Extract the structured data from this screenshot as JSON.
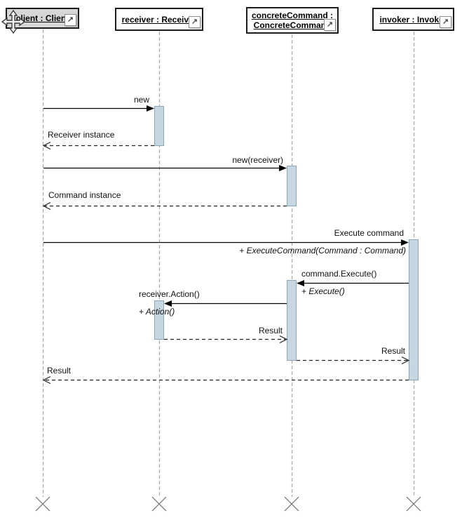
{
  "lifelines": {
    "client": {
      "label": "client : Client"
    },
    "receiver": {
      "label": "receiver : Receiver"
    },
    "concrete_command": {
      "label_line1": "concreteCommand :",
      "label_line2": "ConcreteCommand"
    },
    "invoker": {
      "label": "invoker : Invoker"
    }
  },
  "messages": {
    "new": {
      "label": "new"
    },
    "receiver_instance": {
      "label": "Receiver instance"
    },
    "new_receiver": {
      "label": "new(receiver)"
    },
    "command_instance": {
      "label": "Command instance"
    },
    "execute_command": {
      "label": "Execute command",
      "operation": "+ ExecuteCommand(Command : Command)"
    },
    "command_execute": {
      "label": "command.Execute()",
      "operation": "+ Execute()"
    },
    "receiver_action": {
      "label": "receiver.Action()",
      "operation": "+ Action()"
    },
    "result_from_receiver": {
      "label": "Result"
    },
    "result_from_command": {
      "label": "Result"
    },
    "result_from_invoker": {
      "label": "Result"
    }
  },
  "icons": {
    "expand_glyph": "↗"
  },
  "colors": {
    "activation_fill": "#c7d7e2",
    "activation_border": "#8aa7b8",
    "selected_box_fill": "#d6d6d6",
    "box_fill": "#ffffff",
    "lifeline": "#a8a8a8",
    "x_mark": "#6e6e6e"
  }
}
